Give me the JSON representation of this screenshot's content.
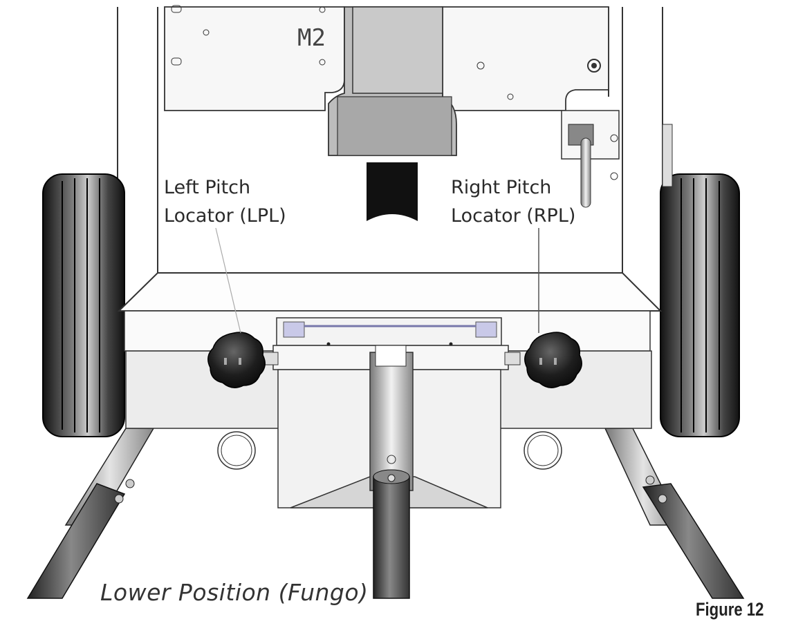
{
  "diagram": {
    "panel_marking": "M2",
    "callouts": [
      {
        "line1": "Left Pitch",
        "line2": "Locator (LPL)"
      },
      {
        "line1": "Right Pitch",
        "line2": "Locator (RPL)"
      }
    ],
    "caption": "Lower Position (Fungo)",
    "figure_label": "Figure 12"
  }
}
